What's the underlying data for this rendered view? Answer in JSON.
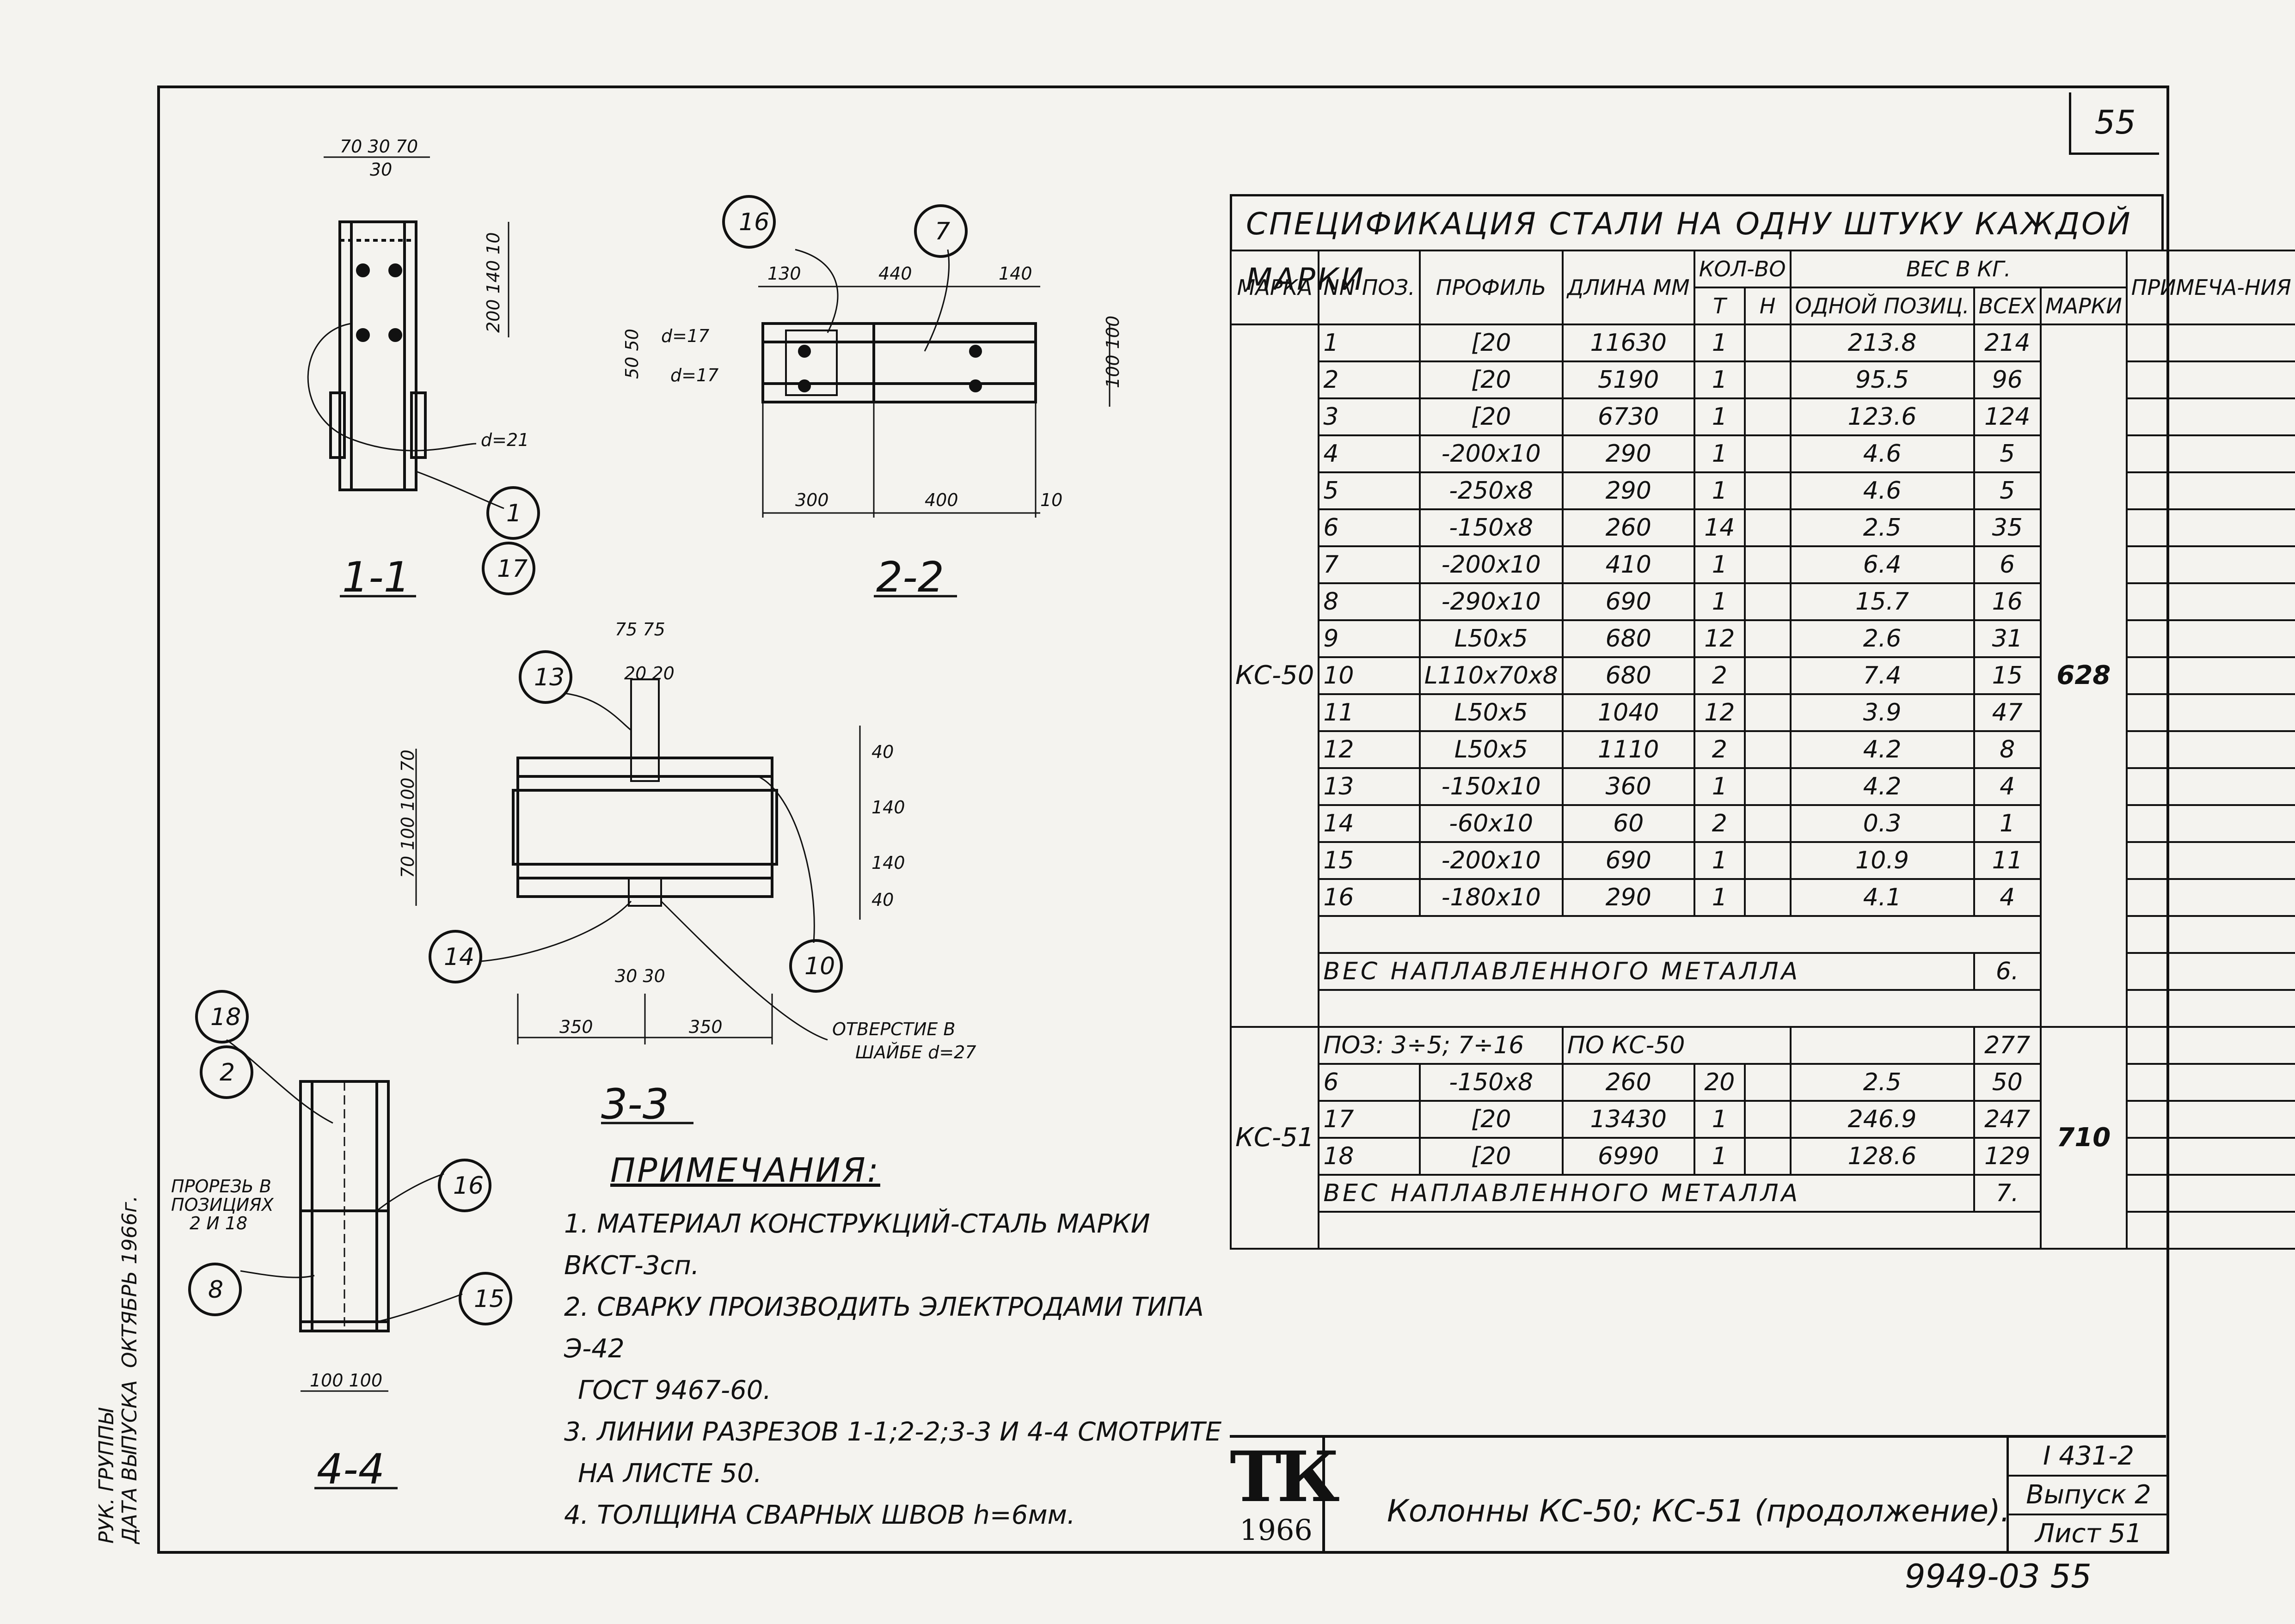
{
  "sheet_number": "55",
  "spec_title": "СПЕЦИФИКАЦИЯ СТАЛИ НА ОДНУ ШТУКУ КАЖДОЙ МАРКИ",
  "table_headers": {
    "marka": "МАРКА",
    "pos": "NN ПОЗ.",
    "profile": "ПРОФИЛЬ",
    "length": "ДЛИНА ММ",
    "qty": "КОЛ-ВО",
    "qty_t": "Т",
    "qty_n": "Н",
    "weight": "ВЕС В КГ.",
    "w_one": "ОДНОЙ ПОЗИЦ.",
    "w_all": "ВСЕХ",
    "w_mark": "МАРКИ",
    "note": "ПРИМЕЧА-НИЯ"
  },
  "kc50": {
    "mark": "КС-50",
    "mark_weight": "628",
    "rows": [
      {
        "pos": "1",
        "profile": "[20",
        "length": "11630",
        "t": "1",
        "one": "213.8",
        "all": "214"
      },
      {
        "pos": "2",
        "profile": "[20",
        "length": "5190",
        "t": "1",
        "one": "95.5",
        "all": "96"
      },
      {
        "pos": "3",
        "profile": "[20",
        "length": "6730",
        "t": "1",
        "one": "123.6",
        "all": "124"
      },
      {
        "pos": "4",
        "profile": "-200x10",
        "length": "290",
        "t": "1",
        "one": "4.6",
        "all": "5"
      },
      {
        "pos": "5",
        "profile": "-250x8",
        "length": "290",
        "t": "1",
        "one": "4.6",
        "all": "5"
      },
      {
        "pos": "6",
        "profile": "-150x8",
        "length": "260",
        "t": "14",
        "one": "2.5",
        "all": "35"
      },
      {
        "pos": "7",
        "profile": "-200x10",
        "length": "410",
        "t": "1",
        "one": "6.4",
        "all": "6"
      },
      {
        "pos": "8",
        "profile": "-290x10",
        "length": "690",
        "t": "1",
        "one": "15.7",
        "all": "16"
      },
      {
        "pos": "9",
        "profile": "L50x5",
        "length": "680",
        "t": "12",
        "one": "2.6",
        "all": "31"
      },
      {
        "pos": "10",
        "profile": "L110x70x8",
        "length": "680",
        "t": "2",
        "one": "7.4",
        "all": "15"
      },
      {
        "pos": "11",
        "profile": "L50x5",
        "length": "1040",
        "t": "12",
        "one": "3.9",
        "all": "47"
      },
      {
        "pos": "12",
        "profile": "L50x5",
        "length": "1110",
        "t": "2",
        "one": "4.2",
        "all": "8"
      },
      {
        "pos": "13",
        "profile": "-150x10",
        "length": "360",
        "t": "1",
        "one": "4.2",
        "all": "4"
      },
      {
        "pos": "14",
        "profile": "-60x10",
        "length": "60",
        "t": "2",
        "one": "0.3",
        "all": "1"
      },
      {
        "pos": "15",
        "profile": "-200x10",
        "length": "690",
        "t": "1",
        "one": "10.9",
        "all": "11"
      },
      {
        "pos": "16",
        "profile": "-180x10",
        "length": "290",
        "t": "1",
        "one": "4.1",
        "all": "4"
      }
    ],
    "weld_label": "ВЕС НАПЛАВЛЕННОГО МЕТАЛЛА",
    "weld_value": "6."
  },
  "kc51": {
    "mark": "КС-51",
    "mark_weight": "710",
    "first_row": {
      "text": "ПОЗ: 3÷5; 7÷16",
      "ref": "ПО КС-50",
      "all": "277"
    },
    "rows": [
      {
        "pos": "6",
        "profile": "-150x8",
        "length": "260",
        "t": "20",
        "one": "2.5",
        "all": "50"
      },
      {
        "pos": "17",
        "profile": "[20",
        "length": "13430",
        "t": "1",
        "one": "246.9",
        "all": "247"
      },
      {
        "pos": "18",
        "profile": "[20",
        "length": "6990",
        "t": "1",
        "one": "128.6",
        "all": "129"
      }
    ],
    "weld_label": "ВЕС НАПЛАВЛЕННОГО МЕТАЛЛА",
    "weld_value": "7."
  },
  "notes": {
    "title": "ПРИМЕЧАНИЯ:",
    "items": [
      "1. МАТЕРИАЛ КОНСТРУКЦИЙ-СТАЛЬ МАРКИ ВКСТ-3сп.",
      "2. СВАРКУ ПРОИЗВОДИТЬ ЭЛЕКТРОДАМИ ТИПА Э-42",
      "ГОСТ 9467-60.",
      "3. ЛИНИИ РАЗРЕЗОВ 1-1;2-2;3-3 И 4-4 СМОТРИТЕ",
      "НА ЛИСТЕ 50.",
      "4. ТОЛЩИНА СВАРНЫХ ШВОВ h=6мм."
    ]
  },
  "sections": {
    "s11": "1-1",
    "s22": "2-2",
    "s33": "3-3",
    "s44": "4-4"
  },
  "drawing_labels": {
    "d1_top": "70 30 70",
    "d1_30": "30",
    "d1_side": "200 140 10",
    "d1_hole": "d=21",
    "b1": "1",
    "b17": "17",
    "b16": "16",
    "b7": "7",
    "d2_top": [
      "130",
      "440",
      "140"
    ],
    "d2_bottom": [
      "300",
      "400",
      "10"
    ],
    "d2_d17a": "d=17",
    "d2_d17b": "d=17",
    "d2_left": "50 50",
    "d2_right": "100 100",
    "d3_top": "75 75",
    "d3_mid": "20 20",
    "d3_b13": "13",
    "d3_b14": "14",
    "d3_b10": "10",
    "d3_left": "70 100 100 70",
    "d3_right": [
      "40",
      "140",
      "140",
      "40"
    ],
    "d3_bottom": [
      "350",
      "350"
    ],
    "d3_3030": "30 30",
    "d3_hole": "ОТВЕРСТИЕ В",
    "d3_hole2": "ШАЙБЕ d=27",
    "d4_b18": "18",
    "d4_b2": "2",
    "d4_b16": "16",
    "d4_b8": "8",
    "d4_b15": "15",
    "d4_cut": "ПРОРЕЗЬ В",
    "d4_cut2": "ПОЗИЦИЯХ",
    "d4_cut3": "2 И 18",
    "d4_dims": "100 100"
  },
  "stamp": {
    "logo": "ТК",
    "year": "1966",
    "title": "Колонны КС-50; КС-51 (продолжение).",
    "series": "I 431-2",
    "issue": "Выпуск 2",
    "sheet": "Лист 51"
  },
  "bottom_code": "9949-03  55",
  "side": {
    "date_label": "ДАТА ВЫПУСКА",
    "date_value": "ОКТЯБРЬ 1966г.",
    "group": "РУК. ГРУППЫ"
  }
}
